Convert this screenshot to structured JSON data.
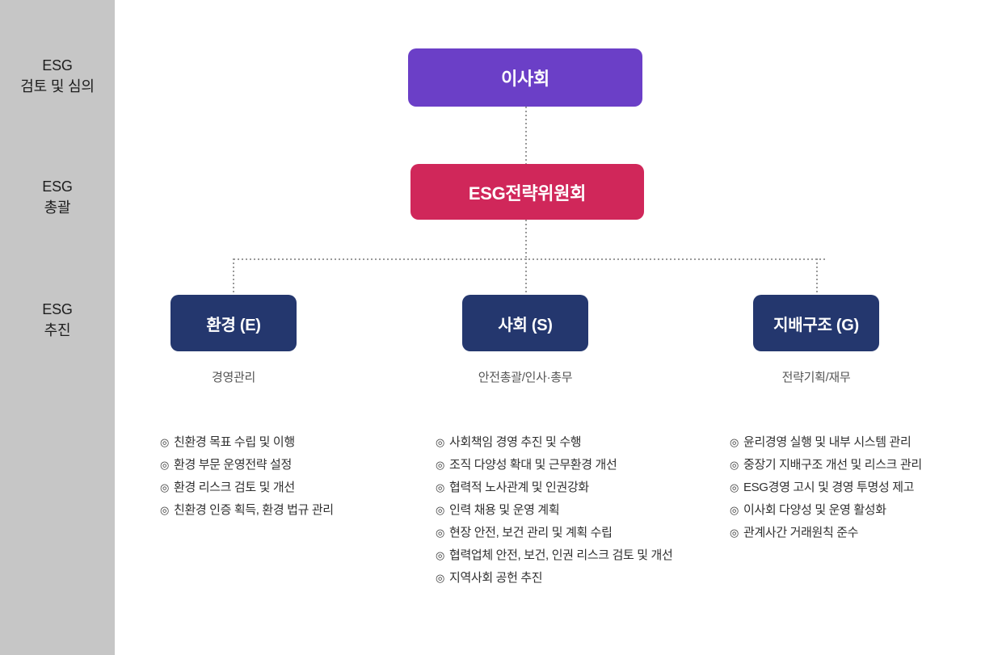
{
  "rail": {
    "background": "#c6c6c6",
    "labels": [
      {
        "line1": "ESG",
        "line2": "검토 및 심의"
      },
      {
        "line1": "ESG",
        "line2": "총괄"
      },
      {
        "line1": "ESG",
        "line2": "추진"
      }
    ]
  },
  "nodes": {
    "board": {
      "label": "이사회",
      "color": "#6b3fc7"
    },
    "committee": {
      "label": "ESG전략위원회",
      "color": "#d0275a"
    },
    "pillar_color": "#24376e"
  },
  "pillars": [
    {
      "id": "env",
      "title": "환경 (E)",
      "subtitle": "경영관리",
      "bullet_mark": "◎",
      "items": [
        "친환경 목표 수립 및 이행",
        "환경 부문 운영전략 설정",
        "환경 리스크 검토 및 개선",
        "친환경 인증 획득, 환경 법규 관리"
      ]
    },
    {
      "id": "soc",
      "title": "사회 (S)",
      "subtitle": "안전총괄/인사·총무",
      "bullet_mark": "◎",
      "items": [
        "사회책임 경영 추진 및 수행",
        "조직 다양성 확대 및 근무환경 개선",
        "협력적 노사관계 및 인권강화",
        "인력 채용 및 운영 계획",
        "현장 안전, 보건 관리 및 계획 수립",
        "협력업체 안전, 보건, 인권 리스크 검토 및 개선",
        "지역사회 공헌 추진"
      ]
    },
    {
      "id": "gov",
      "title": "지배구조 (G)",
      "subtitle": "전략기획/재무",
      "bullet_mark": "◎",
      "items": [
        "윤리경영 실행 및 내부 시스템 관리",
        "중장기 지배구조 개선 및 리스크 관리",
        "ESG경영 고시 및 경영 투명성 제고",
        "이사회 다양성 및 운영 활성화",
        "관계사간 거래원칙 준수"
      ]
    }
  ],
  "connector_color": "#9a9a9a"
}
